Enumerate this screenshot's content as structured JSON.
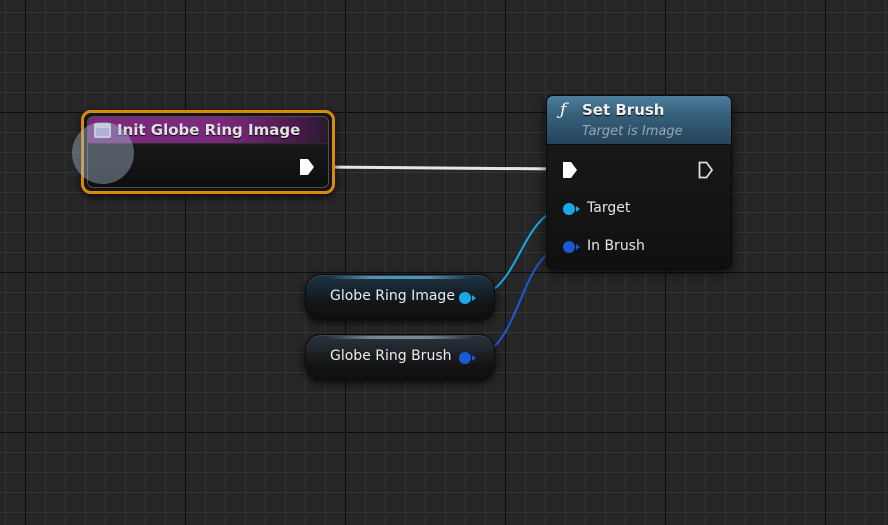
{
  "graph": {
    "event_node": {
      "title": "Init Globe Ring Image",
      "icon": "event-icon",
      "header_color": "#7a2a7d",
      "outline_color": "#d78a0b"
    },
    "set_brush_node": {
      "icon": "function-icon",
      "function_symbol": "ƒ",
      "title": "Set Brush",
      "subtitle": "Target is Image",
      "header_color": "#36607a",
      "pins": {
        "target_label": "Target",
        "in_brush_label": "In Brush"
      }
    },
    "variables": [
      {
        "label": "Globe Ring Image",
        "pin_color": "#17a9e8"
      },
      {
        "label": "Globe Ring Brush",
        "pin_color": "#1b5ad6"
      }
    ],
    "colors": {
      "exec_wire": "#e8e8e8",
      "object_wire": "#17a9e8",
      "struct_wire": "#1b5ad6"
    }
  }
}
